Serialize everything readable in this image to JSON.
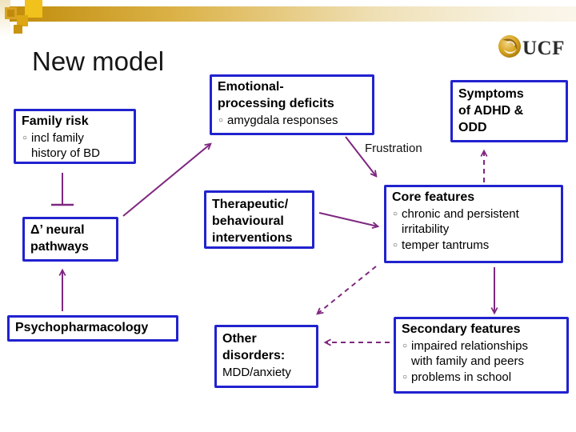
{
  "header": {
    "title": "New model",
    "logo_text": "UCF"
  },
  "colors": {
    "box_border_blue": "#2222cf",
    "arrow_purple": "#7e2880",
    "bar_gold": "#c08c0a",
    "logo_gold": "#d9a520"
  },
  "diagram": {
    "bullet_char": "○",
    "frustration_label": "Frustration",
    "boxes": {
      "family_risk": {
        "title": "Family risk",
        "bullets": [
          "incl family history of BD"
        ]
      },
      "emotional": {
        "title_lines": [
          "Emotional-",
          "processing deficits"
        ],
        "bullets": [
          "amygdala responses"
        ]
      },
      "symptoms": {
        "title_lines": [
          "Symptoms",
          "of ADHD &",
          "ODD"
        ]
      },
      "therapeutic": {
        "title_lines": [
          "Therapeutic/",
          "behavioural",
          "interventions"
        ]
      },
      "core": {
        "title": "Core features",
        "bullets": [
          "chronic and persistent irritability",
          "temper tantrums"
        ]
      },
      "neural": {
        "title_lines": [
          "Δ’ neural",
          "pathways"
        ]
      },
      "psychopharmacology": {
        "title": "Psychopharmacology"
      },
      "other": {
        "title_lines": [
          "Other",
          "disorders:"
        ],
        "subtitle": "MDD/anxiety"
      },
      "secondary": {
        "title": "Secondary features",
        "bullets": [
          "impaired relationships with family and peers",
          "problems in school"
        ]
      }
    }
  }
}
